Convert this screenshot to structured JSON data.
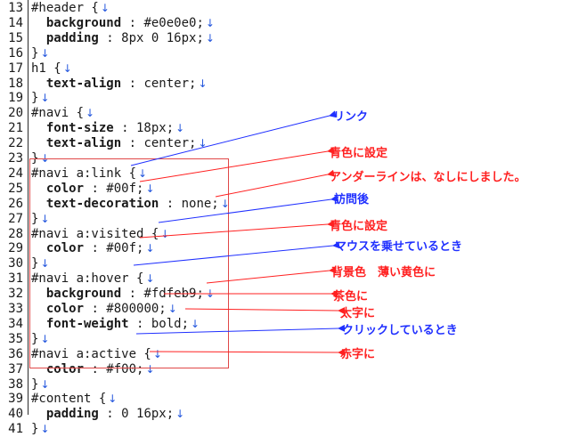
{
  "lines": [
    {
      "num": "13",
      "segs": [
        {
          "t": "#header {"
        }
      ]
    },
    {
      "num": "14",
      "segs": [
        {
          "t": "  "
        },
        {
          "t": "background",
          "b": true
        },
        {
          "t": " : #e0e0e0;"
        }
      ]
    },
    {
      "num": "15",
      "segs": [
        {
          "t": "  "
        },
        {
          "t": "padding",
          "b": true
        },
        {
          "t": " : 8px 0 16px;"
        }
      ]
    },
    {
      "num": "16",
      "segs": [
        {
          "t": "}"
        }
      ]
    },
    {
      "num": "17",
      "segs": [
        {
          "t": "h1 {"
        }
      ]
    },
    {
      "num": "18",
      "segs": [
        {
          "t": "  "
        },
        {
          "t": "text-align",
          "b": true
        },
        {
          "t": " : center;"
        }
      ]
    },
    {
      "num": "19",
      "segs": [
        {
          "t": "}"
        }
      ]
    },
    {
      "num": "20",
      "segs": [
        {
          "t": "#navi {"
        }
      ]
    },
    {
      "num": "21",
      "segs": [
        {
          "t": "  "
        },
        {
          "t": "font-size",
          "b": true
        },
        {
          "t": " : 18px;"
        }
      ]
    },
    {
      "num": "22",
      "segs": [
        {
          "t": "  "
        },
        {
          "t": "text-align",
          "b": true
        },
        {
          "t": " : center;"
        }
      ]
    },
    {
      "num": "23",
      "segs": [
        {
          "t": "}"
        }
      ]
    },
    {
      "num": "24",
      "segs": [
        {
          "t": "#navi a:link {"
        }
      ]
    },
    {
      "num": "25",
      "segs": [
        {
          "t": "  "
        },
        {
          "t": "color",
          "b": true
        },
        {
          "t": " : #00f;"
        }
      ]
    },
    {
      "num": "26",
      "segs": [
        {
          "t": "  "
        },
        {
          "t": "text-decoration",
          "b": true
        },
        {
          "t": " : none;"
        }
      ]
    },
    {
      "num": "27",
      "segs": [
        {
          "t": "}"
        }
      ]
    },
    {
      "num": "28",
      "segs": [
        {
          "t": "#navi a:visited {"
        }
      ]
    },
    {
      "num": "29",
      "segs": [
        {
          "t": "  "
        },
        {
          "t": "color",
          "b": true
        },
        {
          "t": " : #00f;"
        }
      ]
    },
    {
      "num": "30",
      "segs": [
        {
          "t": "}"
        }
      ]
    },
    {
      "num": "31",
      "segs": [
        {
          "t": "#navi a:hover {"
        }
      ]
    },
    {
      "num": "32",
      "segs": [
        {
          "t": "  "
        },
        {
          "t": "background",
          "b": true
        },
        {
          "t": " : #fdfeb9;"
        }
      ]
    },
    {
      "num": "33",
      "segs": [
        {
          "t": "  "
        },
        {
          "t": "color",
          "b": true
        },
        {
          "t": " : #800000;"
        }
      ]
    },
    {
      "num": "34",
      "segs": [
        {
          "t": "  "
        },
        {
          "t": "font-weight",
          "b": true
        },
        {
          "t": " : bold;"
        }
      ]
    },
    {
      "num": "35",
      "segs": [
        {
          "t": "}"
        }
      ]
    },
    {
      "num": "36",
      "segs": [
        {
          "t": "#navi a:active {"
        }
      ]
    },
    {
      "num": "37",
      "segs": [
        {
          "t": "  "
        },
        {
          "t": "color",
          "b": true
        },
        {
          "t": " : #f00;"
        }
      ]
    },
    {
      "num": "38",
      "segs": [
        {
          "t": "}"
        }
      ]
    },
    {
      "num": "39",
      "segs": [
        {
          "t": "#content {"
        }
      ]
    },
    {
      "num": "40",
      "segs": [
        {
          "t": "  "
        },
        {
          "t": "padding",
          "b": true
        },
        {
          "t": " : 0 16px;"
        }
      ]
    },
    {
      "num": "41",
      "segs": [
        {
          "t": "}"
        }
      ]
    }
  ],
  "newline_glyph": "↓",
  "annotations": {
    "link": "リンク",
    "link_color": "青色に設定",
    "no_underline": "アンダーラインは、なしにしました。",
    "visited": "訪問後",
    "visited_color": "青色に設定",
    "hover": "マウスを乗せているとき",
    "hover_bg": "背景色　薄い黄色に",
    "hover_color": "茶色に",
    "hover_bold": "太字に",
    "active": "クリックしているとき",
    "active_color": "赤字に"
  },
  "colors": {
    "annotation_red": "#ff2020",
    "annotation_blue": "#2030ff",
    "box_border": "#e04848",
    "newline_mark": "#2255dd"
  }
}
